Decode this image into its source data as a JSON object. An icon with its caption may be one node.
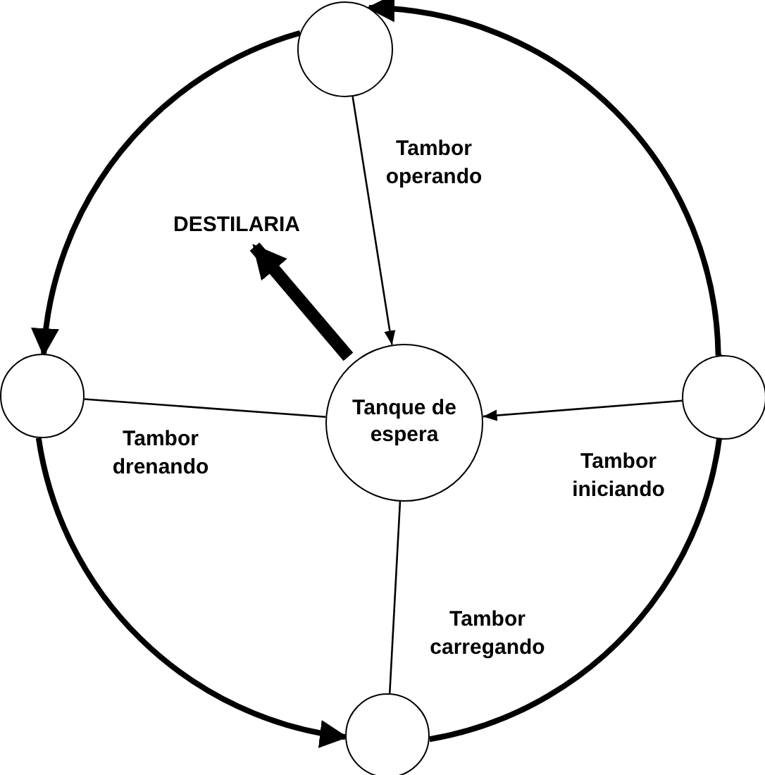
{
  "diagram": {
    "nodes": [
      {
        "text": [],
        "shape": "circle"
      },
      {
        "text": [
          "DESTILARIA"
        ]
      },
      {
        "text": [],
        "shape": "circle"
      },
      {
        "text": [
          "Tanque de espera"
        ]
      },
      {
        "text": [],
        "shape": "circle"
      },
      {
        "text": [],
        "shape": "circle"
      }
    ],
    "edges": [
      {
        "from": 0,
        "to": 3,
        "arrow": "to",
        "label": "Tambor operando"
      },
      {
        "from": 2,
        "to": 3,
        "arrow": "none",
        "label": "Tambor drenando"
      },
      {
        "from": 4,
        "to": 3,
        "arrow": "to",
        "label": "Tambor iniciando"
      },
      {
        "from": 5,
        "to": 3,
        "arrow": "none",
        "label": "Tambor carregando"
      },
      {
        "from": 3,
        "to": 1,
        "arrow": "to",
        "style": "thick"
      },
      {
        "from": 0,
        "to": 2,
        "arrow": "to"
      },
      {
        "from": 2,
        "to": 5,
        "arrow": "to"
      },
      {
        "from": 5,
        "to": 4,
        "arrow": "to"
      },
      {
        "from": 4,
        "to": 0,
        "arrow": "to"
      }
    ]
  }
}
